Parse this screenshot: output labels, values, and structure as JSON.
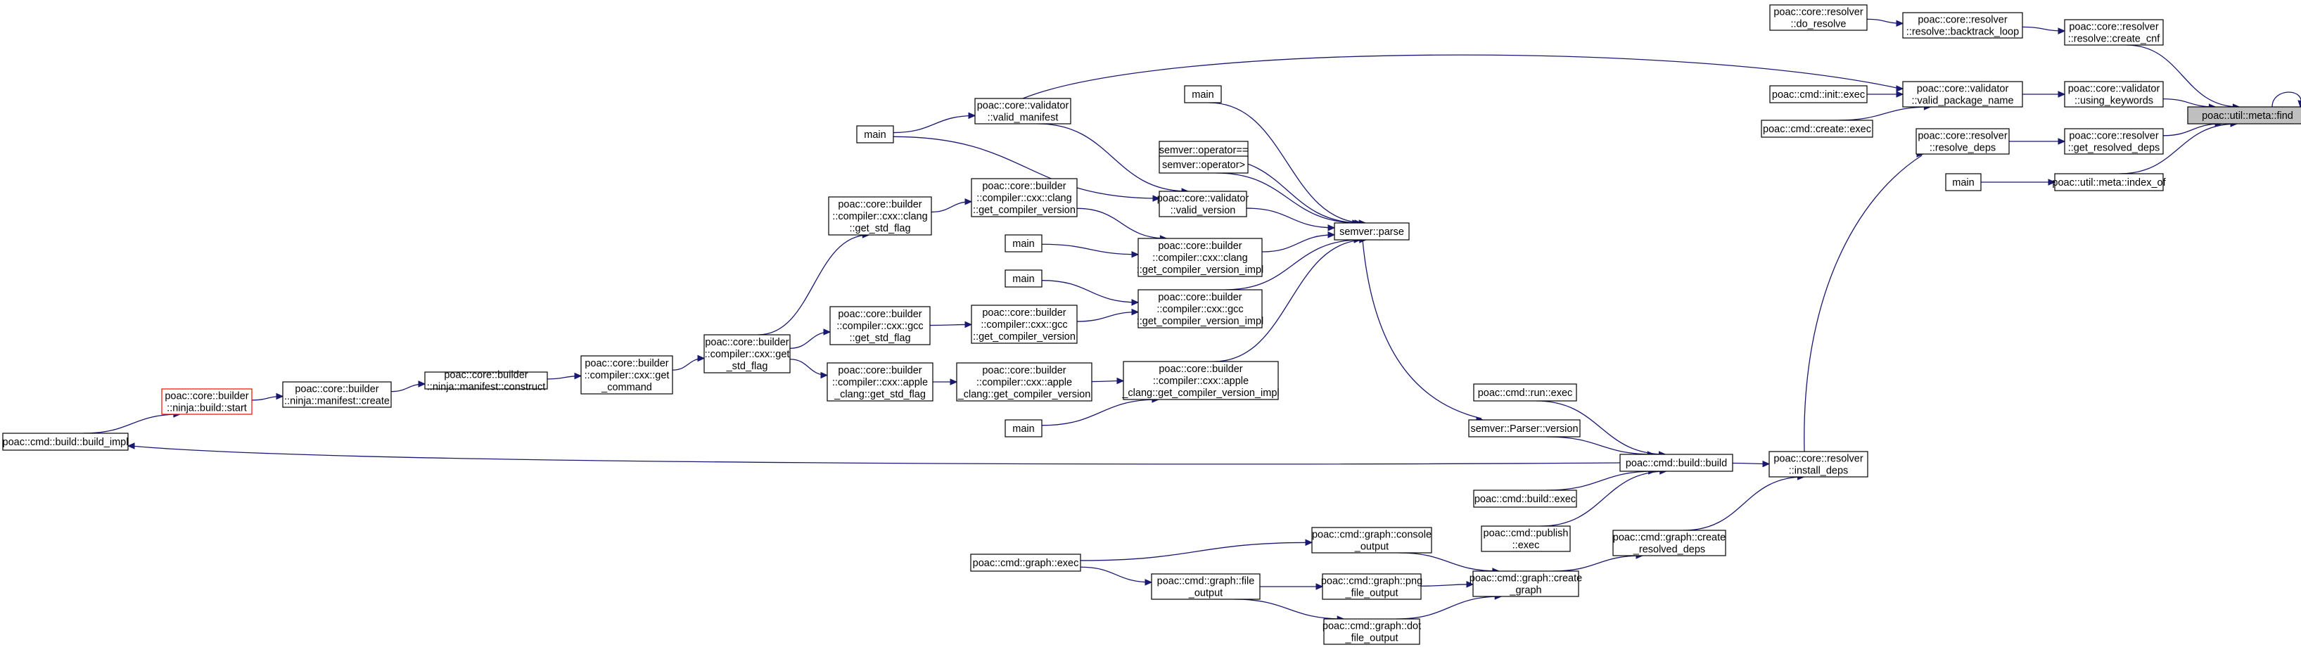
{
  "colors": {
    "edge": "#191970",
    "highlight_fill": "#bfbfbf",
    "incomplete_border": "#ff0000"
  },
  "nodes": {
    "find": [
      "poac::util::meta::find"
    ],
    "create_cnf": [
      "poac::core::resolver",
      "::resolve::create_cnf"
    ],
    "using_keywords": [
      "poac::core::validator",
      "::using_keywords"
    ],
    "get_resolved_deps": [
      "poac::core::resolver",
      "::get_resolved_deps"
    ],
    "index_of": [
      "poac::util::meta::index_of"
    ],
    "backtrack_loop": [
      "poac::core::resolver",
      "::resolve::backtrack_loop"
    ],
    "do_resolve": [
      "poac::core::resolver",
      "::do_resolve"
    ],
    "valid_package_name": [
      "poac::core::validator",
      "::valid_package_name"
    ],
    "init_exec": [
      "poac::cmd::init::exec"
    ],
    "create_exec": [
      "poac::cmd::create::exec"
    ],
    "resolve_deps": [
      "poac::core::resolver",
      "::resolve_deps"
    ],
    "main_idx": [
      "main"
    ],
    "install_deps": [
      "poac::core::resolver",
      "::install_deps"
    ],
    "build_build": [
      "poac::cmd::build::build"
    ],
    "create_resolved_deps": [
      "poac::cmd::graph::create",
      "_resolved_deps"
    ],
    "run_exec": [
      "poac::cmd::run::exec"
    ],
    "parser_version": [
      "semver::Parser::version"
    ],
    "build_exec": [
      "poac::cmd::build::exec"
    ],
    "publish_exec": [
      "poac::cmd::publish",
      "::exec"
    ],
    "create_graph": [
      "poac::cmd::graph::create",
      "_graph"
    ],
    "console_output": [
      "poac::cmd::graph::console",
      "_output"
    ],
    "png_file_output": [
      "poac::cmd::graph::png",
      "_file_output"
    ],
    "dot_file_output": [
      "poac::cmd::graph::dot",
      "_file_output"
    ],
    "file_output": [
      "poac::cmd::graph::file",
      "_output"
    ],
    "graph_exec": [
      "poac::cmd::graph::exec"
    ],
    "build_impl": [
      "poac::cmd::build::build_impl"
    ],
    "semver_parse": [
      "semver::parse"
    ],
    "main_a": [
      "main"
    ],
    "op_eq": [
      "semver::operator=="
    ],
    "op_gt": [
      "semver::operator>"
    ],
    "valid_version": [
      "poac::core::validator",
      "::valid_version"
    ],
    "valid_manifest": [
      "poac::core::validator",
      "::valid_manifest"
    ],
    "main_b": [
      "main"
    ],
    "clang_impl": [
      "poac::core::builder",
      "::compiler::cxx::clang",
      "::get_compiler_version_impl"
    ],
    "gcc_impl": [
      "poac::core::builder",
      "::compiler::cxx::gcc",
      "::get_compiler_version_impl"
    ],
    "apple_impl": [
      "poac::core::builder",
      "::compiler::cxx::apple",
      "_clang::get_compiler_version_impl"
    ],
    "main_c": [
      "main"
    ],
    "main_d": [
      "main"
    ],
    "main_e": [
      "main"
    ],
    "clang_ver": [
      "poac::core::builder",
      "::compiler::cxx::clang",
      "::get_compiler_version"
    ],
    "gcc_ver": [
      "poac::core::builder",
      "::compiler::cxx::gcc",
      "::get_compiler_version"
    ],
    "apple_ver": [
      "poac::core::builder",
      "::compiler::cxx::apple",
      "_clang::get_compiler_version"
    ],
    "clang_std": [
      "poac::core::builder",
      "::compiler::cxx::clang",
      "::get_std_flag"
    ],
    "gcc_std": [
      "poac::core::builder",
      "::compiler::cxx::gcc",
      "::get_std_flag"
    ],
    "apple_std": [
      "poac::core::builder",
      "::compiler::cxx::apple",
      "_clang::get_std_flag"
    ],
    "get_std_flag": [
      "poac::core::builder",
      "::compiler::cxx::get",
      "_std_flag"
    ],
    "get_command": [
      "poac::core::builder",
      "::compiler::cxx::get",
      "_command"
    ],
    "construct": [
      "poac::core::builder",
      "::ninja::manifest::construct"
    ],
    "manifest_create": [
      "poac::core::builder",
      "::ninja::manifest::create"
    ],
    "ninja_start": [
      "poac::core::builder",
      "::ninja::build::start"
    ]
  }
}
